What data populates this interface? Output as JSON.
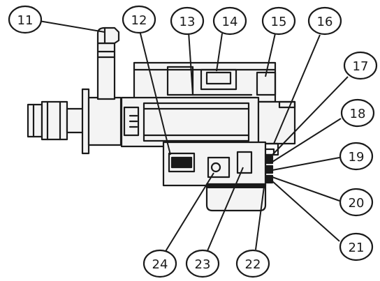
{
  "callouts": [
    {
      "label": "11"
    },
    {
      "label": "12"
    },
    {
      "label": "13"
    },
    {
      "label": "14"
    },
    {
      "label": "15"
    },
    {
      "label": "16"
    },
    {
      "label": "17"
    },
    {
      "label": "18"
    },
    {
      "label": "19"
    },
    {
      "label": "20"
    },
    {
      "label": "21"
    },
    {
      "label": "22"
    },
    {
      "label": "23"
    },
    {
      "label": "24"
    }
  ],
  "colors": {
    "stroke": "#1a1a1a",
    "panel_fill": "#f4f4f4",
    "background": "#ffffff"
  }
}
